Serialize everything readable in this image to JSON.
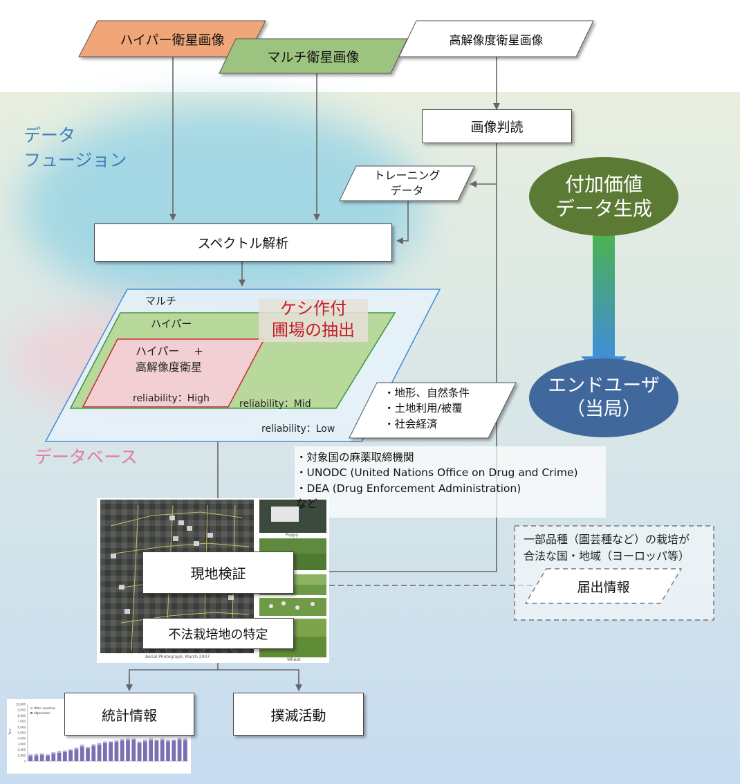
{
  "colors": {
    "hyper": "#f0a678",
    "multi": "#9cc37f",
    "background_top": "#e8efe0",
    "background_bottom": "#c7dcf0",
    "fusion_blob": "#8fd0e4",
    "database_blob": "#f6c4d0",
    "value_add": "#5b7b34",
    "end_user": "#41689c",
    "arrow_top": "#4db24e",
    "arrow_bottom": "#3f8ed8",
    "emphasis_red": "#c0202a",
    "fusion_text": "#3e7fb8",
    "database_text": "#e27aa3"
  },
  "inputs": {
    "hyper": "ハイパー衛星画像",
    "multi": "マルチ衛星画像",
    "hires": "高解像度衛星画像"
  },
  "section_labels": {
    "fusion_1": "データ",
    "fusion_2": "フュージョン",
    "database": "データベース"
  },
  "process": {
    "interpretation": "画像判読",
    "training_1": "トレーニング",
    "training_2": "データ",
    "spectral": "スペクトル解析"
  },
  "layers": {
    "multi": "マルチ",
    "hyper": "ハイパー",
    "combo_1": "ハイパー　 +",
    "combo_2": "高解像度衛星",
    "rel_high": "reliability：High",
    "rel_mid": "reliability：Mid",
    "rel_low": "reliability：Low"
  },
  "extraction": {
    "line1": "ケシ作付",
    "line2": "圃場の抽出"
  },
  "conditions": [
    "・地形、自然条件",
    "・土地利用/被覆",
    "・社会経済"
  ],
  "agencies": [
    "・対象国の麻薬取締機関",
    "・UNODC (United Nations Office on Drug and Crime)",
    "・DEA (Drug Enforcement Administration)",
    "など"
  ],
  "value_add": {
    "line1": "付加価値",
    "line2": "データ生成"
  },
  "end_user": {
    "line1": "エンドユーザ",
    "line2": "（当局）"
  },
  "verification": {
    "field": "現地検証",
    "illegal": "不法栽培地の特定"
  },
  "legal_region": {
    "line1": "一部品種（園芸種など）の栽培が",
    "line2": "合法な国・地域（ヨーロッパ等）",
    "notice": "届出情報"
  },
  "outputs": {
    "stats": "統計情報",
    "eradication": "撲滅活動"
  },
  "thumbnail_captions": {
    "aerial": "Aerial Photograph, March 2007",
    "poppy": "Poppy",
    "wheat": "Wheat"
  },
  "chart_data": {
    "type": "bar",
    "legend": [
      "Other countries",
      "Afghanistan"
    ],
    "y_ticks": [
      "10,000",
      "9,000",
      "8,000",
      "7,000",
      "6,000",
      "5,000",
      "4,000",
      "3,000",
      "2,000",
      "1,000",
      "0"
    ],
    "ylabel": "Tons",
    "ylim": [
      0,
      10000
    ],
    "series": [
      {
        "name": "Afghanistan",
        "values": [
          900,
          1000,
          1100,
          1000,
          1300,
          1500,
          1600,
          1900,
          2100,
          2600,
          2300,
          2700,
          2900,
          3200,
          3300,
          3400,
          3600,
          3700,
          3800,
          3200,
          3500,
          3700,
          3600,
          3700,
          3500,
          3600,
          3800,
          3700
        ]
      },
      {
        "name": "Other countries",
        "values": [
          300,
          300,
          300,
          200,
          300,
          300,
          300,
          200,
          300,
          300,
          200,
          300,
          300,
          300,
          200,
          300,
          300,
          300,
          200,
          300,
          300,
          300,
          200,
          300,
          300,
          200,
          300,
          300
        ]
      }
    ]
  }
}
